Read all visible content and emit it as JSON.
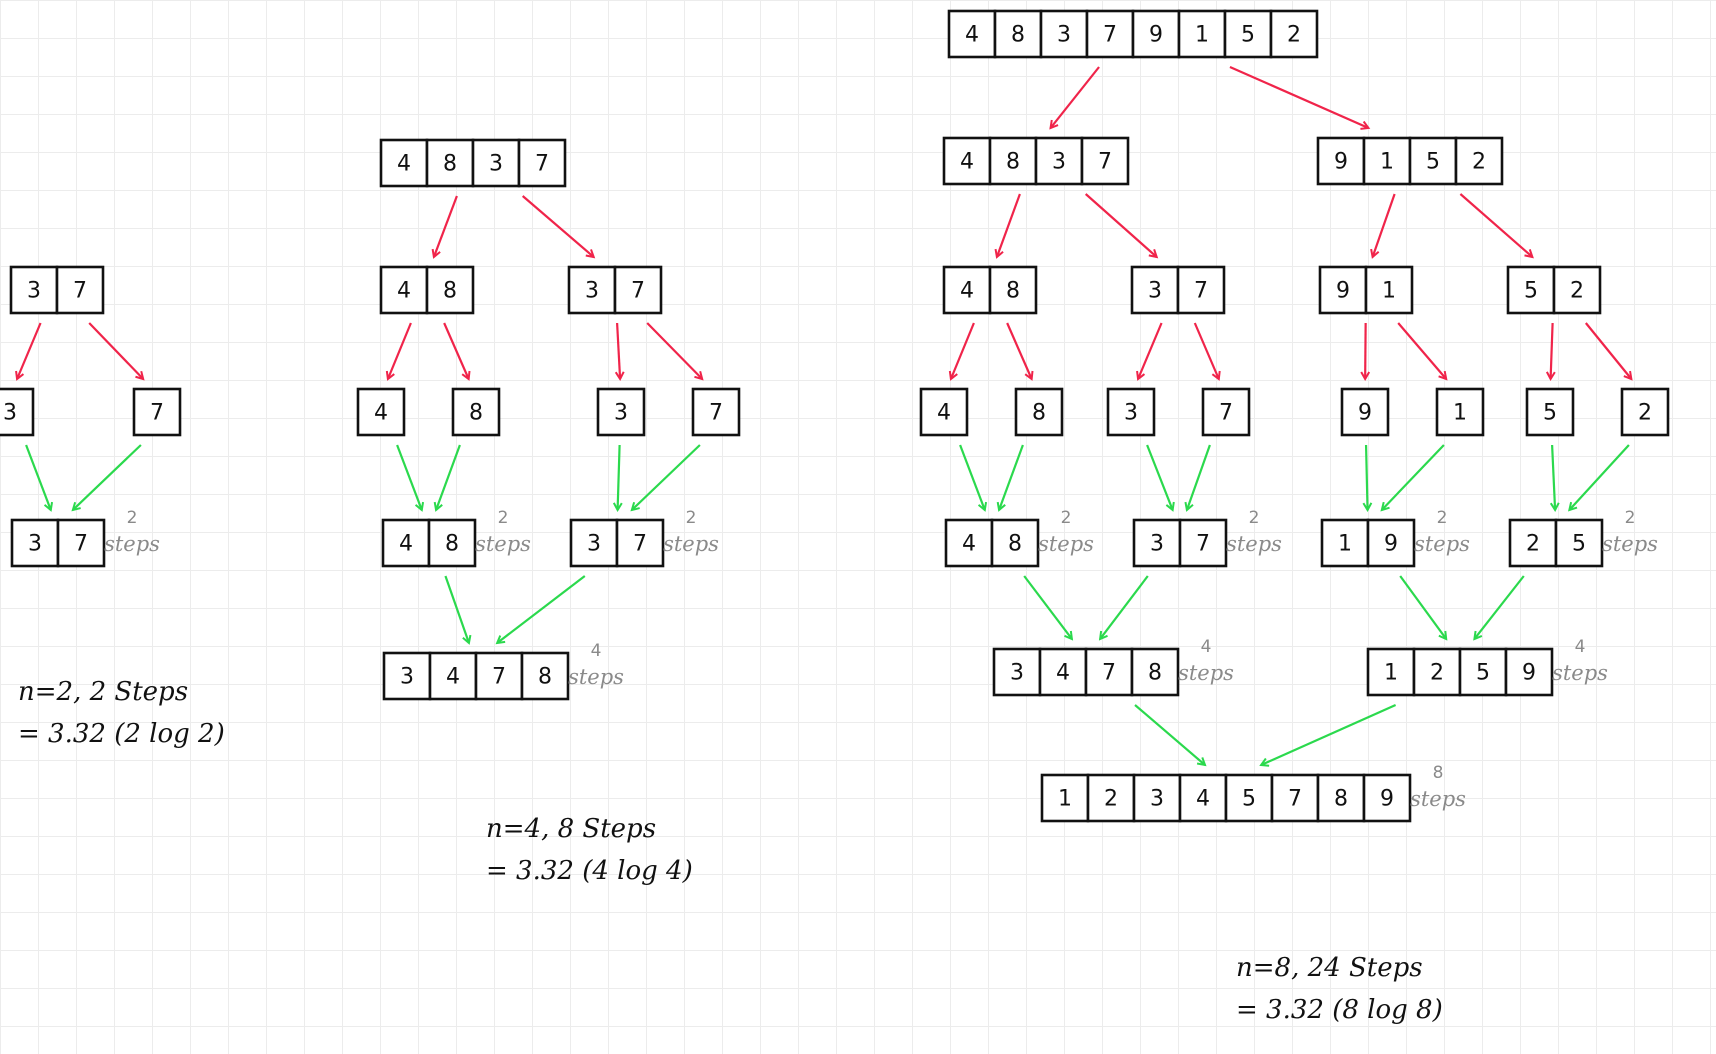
{
  "diagram": {
    "colors": {
      "split_arrow": "#f0244a",
      "merge_arrow": "#2bd94d",
      "box_stroke": "#111111",
      "steps_label": "#8a8a8a",
      "grid": "#ececec"
    },
    "step_word": "steps",
    "examples": [
      {
        "id": "n2",
        "nodes": [
          {
            "id": "a_root",
            "digits": [
              "3",
              "7"
            ]
          },
          {
            "id": "a_l",
            "digits": [
              "3"
            ]
          },
          {
            "id": "a_r",
            "digits": [
              "7"
            ]
          },
          {
            "id": "a_m",
            "digits": [
              "3",
              "7"
            ],
            "steps": "2"
          }
        ],
        "split_arrows": [
          [
            "a_root",
            "a_l"
          ],
          [
            "a_root",
            "a_r"
          ]
        ],
        "merge_arrows": [
          [
            "a_l",
            "a_m"
          ],
          [
            "a_r",
            "a_m"
          ]
        ],
        "summary_lines": [
          "n=2,  2 Steps",
          "= 3.32 (2 log 2)"
        ]
      },
      {
        "id": "n4",
        "nodes": [
          {
            "id": "b_root",
            "digits": [
              "4",
              "8",
              "3",
              "7"
            ]
          },
          {
            "id": "b_l",
            "digits": [
              "4",
              "8"
            ]
          },
          {
            "id": "b_r",
            "digits": [
              "3",
              "7"
            ]
          },
          {
            "id": "b_ll",
            "digits": [
              "4"
            ]
          },
          {
            "id": "b_lr",
            "digits": [
              "8"
            ]
          },
          {
            "id": "b_rl",
            "digits": [
              "3"
            ]
          },
          {
            "id": "b_rr",
            "digits": [
              "7"
            ]
          },
          {
            "id": "b_ml",
            "digits": [
              "4",
              "8"
            ],
            "steps": "2"
          },
          {
            "id": "b_mr",
            "digits": [
              "3",
              "7"
            ],
            "steps": "2"
          },
          {
            "id": "b_m",
            "digits": [
              "3",
              "4",
              "7",
              "8"
            ],
            "steps": "4"
          }
        ],
        "split_arrows": [
          [
            "b_root",
            "b_l"
          ],
          [
            "b_root",
            "b_r"
          ],
          [
            "b_l",
            "b_ll"
          ],
          [
            "b_l",
            "b_lr"
          ],
          [
            "b_r",
            "b_rl"
          ],
          [
            "b_r",
            "b_rr"
          ]
        ],
        "merge_arrows": [
          [
            "b_ll",
            "b_ml"
          ],
          [
            "b_lr",
            "b_ml"
          ],
          [
            "b_rl",
            "b_mr"
          ],
          [
            "b_rr",
            "b_mr"
          ],
          [
            "b_ml",
            "b_m"
          ],
          [
            "b_mr",
            "b_m"
          ]
        ],
        "summary_lines": [
          "n=4,  8 Steps",
          "= 3.32 (4 log 4)"
        ]
      },
      {
        "id": "n8",
        "nodes": [
          {
            "id": "c_root",
            "digits": [
              "4",
              "8",
              "3",
              "7",
              "9",
              "1",
              "5",
              "2"
            ]
          },
          {
            "id": "c_L",
            "digits": [
              "4",
              "8",
              "3",
              "7"
            ]
          },
          {
            "id": "c_R",
            "digits": [
              "9",
              "1",
              "5",
              "2"
            ]
          },
          {
            "id": "c_LL",
            "digits": [
              "4",
              "8"
            ]
          },
          {
            "id": "c_LR",
            "digits": [
              "3",
              "7"
            ]
          },
          {
            "id": "c_RL",
            "digits": [
              "9",
              "1"
            ]
          },
          {
            "id": "c_RR",
            "digits": [
              "5",
              "2"
            ]
          },
          {
            "id": "c_1",
            "digits": [
              "4"
            ]
          },
          {
            "id": "c_2",
            "digits": [
              "8"
            ]
          },
          {
            "id": "c_3",
            "digits": [
              "3"
            ]
          },
          {
            "id": "c_4",
            "digits": [
              "7"
            ]
          },
          {
            "id": "c_5",
            "digits": [
              "9"
            ]
          },
          {
            "id": "c_6",
            "digits": [
              "1"
            ]
          },
          {
            "id": "c_7",
            "digits": [
              "5"
            ]
          },
          {
            "id": "c_8",
            "digits": [
              "2"
            ]
          },
          {
            "id": "c_m1",
            "digits": [
              "4",
              "8"
            ],
            "steps": "2"
          },
          {
            "id": "c_m2",
            "digits": [
              "3",
              "7"
            ],
            "steps": "2"
          },
          {
            "id": "c_m3",
            "digits": [
              "1",
              "9"
            ],
            "steps": "2"
          },
          {
            "id": "c_m4",
            "digits": [
              "2",
              "5"
            ],
            "steps": "2"
          },
          {
            "id": "c_mL",
            "digits": [
              "3",
              "4",
              "7",
              "8"
            ],
            "steps": "4"
          },
          {
            "id": "c_mR",
            "digits": [
              "1",
              "2",
              "5",
              "9"
            ],
            "steps": "4"
          },
          {
            "id": "c_final",
            "digits": [
              "1",
              "2",
              "3",
              "4",
              "5",
              "7",
              "8",
              "9"
            ],
            "steps": "8"
          }
        ],
        "split_arrows": [
          [
            "c_root",
            "c_L"
          ],
          [
            "c_root",
            "c_R"
          ],
          [
            "c_L",
            "c_LL"
          ],
          [
            "c_L",
            "c_LR"
          ],
          [
            "c_R",
            "c_RL"
          ],
          [
            "c_R",
            "c_RR"
          ],
          [
            "c_LL",
            "c_1"
          ],
          [
            "c_LL",
            "c_2"
          ],
          [
            "c_LR",
            "c_3"
          ],
          [
            "c_LR",
            "c_4"
          ],
          [
            "c_RL",
            "c_5"
          ],
          [
            "c_RL",
            "c_6"
          ],
          [
            "c_RR",
            "c_7"
          ],
          [
            "c_RR",
            "c_8"
          ]
        ],
        "merge_arrows": [
          [
            "c_1",
            "c_m1"
          ],
          [
            "c_2",
            "c_m1"
          ],
          [
            "c_3",
            "c_m2"
          ],
          [
            "c_4",
            "c_m2"
          ],
          [
            "c_5",
            "c_m3"
          ],
          [
            "c_6",
            "c_m3"
          ],
          [
            "c_7",
            "c_m4"
          ],
          [
            "c_8",
            "c_m4"
          ],
          [
            "c_m1",
            "c_mL"
          ],
          [
            "c_m2",
            "c_mL"
          ],
          [
            "c_m3",
            "c_mR"
          ],
          [
            "c_m4",
            "c_mR"
          ],
          [
            "c_mL",
            "c_final"
          ],
          [
            "c_mR",
            "c_final"
          ]
        ],
        "summary_lines": [
          "n=8,  24 Steps",
          "= 3.32 (8 log 8)"
        ]
      }
    ]
  }
}
